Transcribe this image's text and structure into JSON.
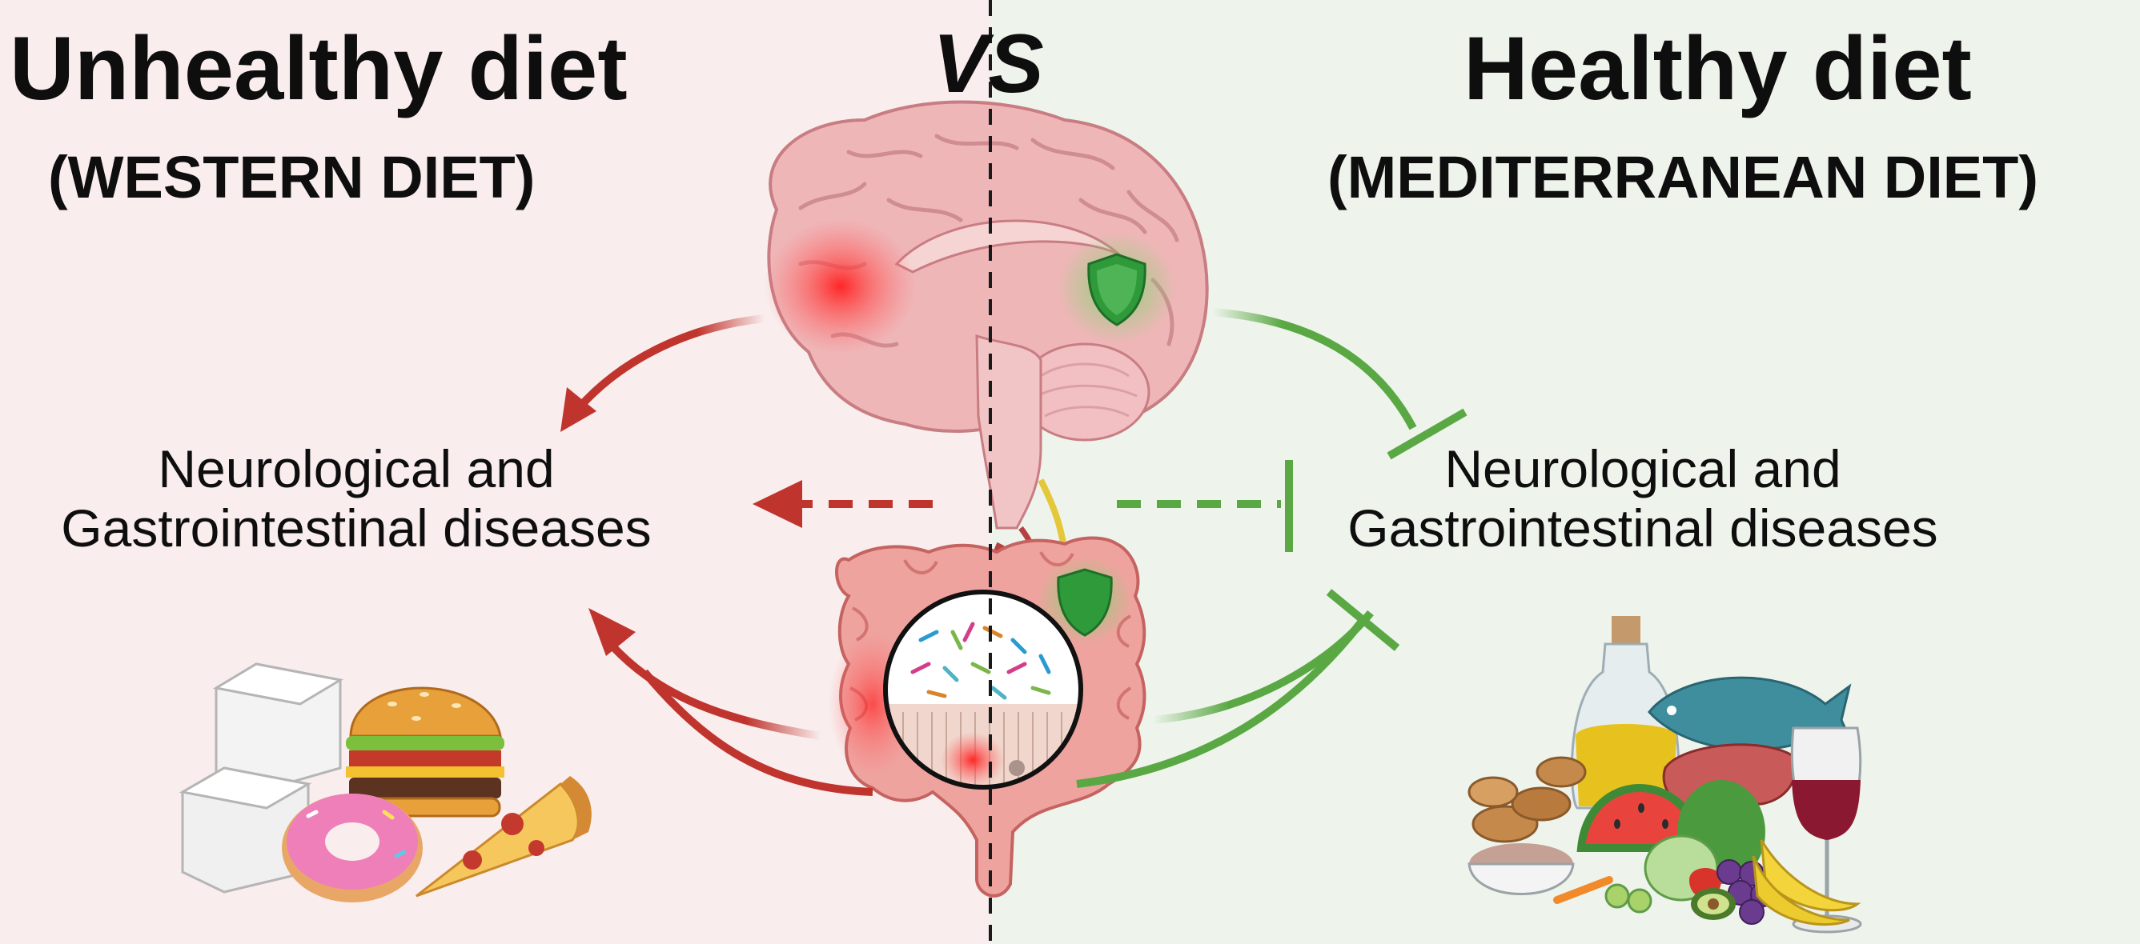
{
  "left": {
    "title": "Unhealthy diet",
    "subtitle": "(WESTERN DIET)",
    "disease_line1": "Neurological and",
    "disease_line2": "Gastrointestinal diseases"
  },
  "right": {
    "title": "Healthy diet",
    "subtitle": "(MEDITERRANEAN DIET)",
    "disease_line1": "Neurological and",
    "disease_line2": "Gastrointestinal diseases"
  },
  "center": {
    "vs": "VS"
  },
  "colors": {
    "left_bg": "#f9eded",
    "right_bg": "#eef4ec",
    "unhealthy_arrow": "#c0342e",
    "healthy_arrow": "#5aa844",
    "divider": "#1a1a1a"
  },
  "icons": [
    "brain-icon",
    "intestine-icon",
    "microbiota-zoom-icon",
    "shield-icon",
    "inflammation-glow-icon",
    "sugar-cube-icon",
    "burger-icon",
    "donut-icon",
    "pizza-icon",
    "olive-oil-icon",
    "fish-icon",
    "wine-glass-icon",
    "watermelon-icon",
    "vegetables-icon",
    "grapes-icon",
    "banana-icon",
    "nuts-icon",
    "meat-icon",
    "avocado-icon",
    "rice-bowl-icon"
  ]
}
